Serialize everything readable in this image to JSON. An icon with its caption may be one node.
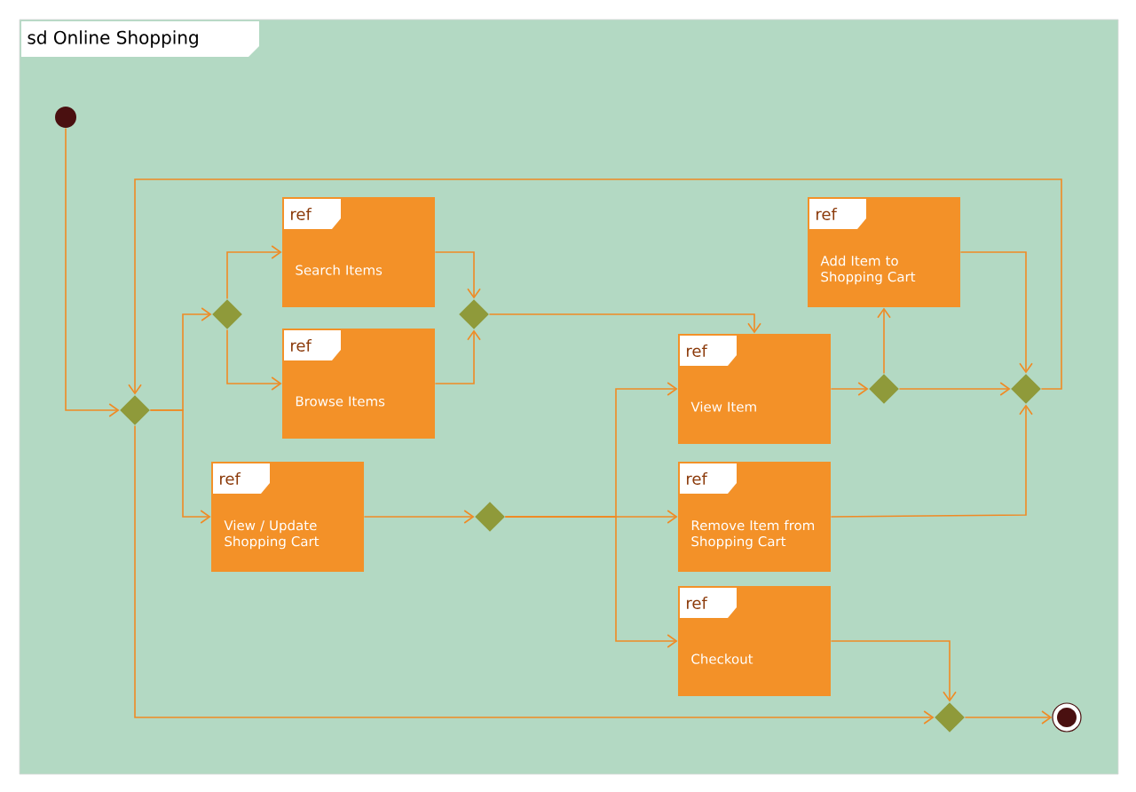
{
  "diagram": {
    "title": "sd Online Shopping",
    "nodes": [
      {
        "text": [],
        "shape": "circle"
      },
      {
        "text": [],
        "shape": "diamond"
      },
      {
        "text": [],
        "shape": "diamond"
      },
      {
        "text": [
          "ref",
          "Search Items"
        ]
      },
      {
        "text": [
          "ref",
          "Browse Items"
        ]
      },
      {
        "text": [],
        "shape": "diamond"
      },
      {
        "text": [
          "ref",
          "View / Update Shopping Cart"
        ]
      },
      {
        "text": [],
        "shape": "diamond"
      },
      {
        "text": [
          "ref",
          "View Item"
        ]
      },
      {
        "text": [],
        "shape": "diamond"
      },
      {
        "text": [
          "ref",
          "Add Item to Shopping Cart"
        ]
      },
      {
        "text": [],
        "shape": "diamond"
      },
      {
        "text": [
          "ref",
          "Remove Item from Shopping Cart"
        ]
      },
      {
        "text": [
          "ref",
          "Checkout"
        ]
      },
      {
        "text": [],
        "shape": "diamond"
      },
      {
        "text": [],
        "shape": "circle"
      }
    ],
    "edges": [
      {
        "from": 0,
        "to": 1,
        "arrow": "to"
      },
      {
        "from": 1,
        "to": 2,
        "arrow": "to"
      },
      {
        "from": 1,
        "to": 6,
        "arrow": "to"
      },
      {
        "from": 1,
        "to": 14,
        "arrow": "to"
      },
      {
        "from": 2,
        "to": 3,
        "arrow": "to"
      },
      {
        "from": 3,
        "to": 5,
        "arrow": "to"
      },
      {
        "from": 2,
        "to": 4,
        "arrow": "to"
      },
      {
        "from": 4,
        "to": 5,
        "arrow": "to"
      },
      {
        "from": 5,
        "to": 8,
        "arrow": "to"
      },
      {
        "from": 6,
        "to": 7,
        "arrow": "to"
      },
      {
        "from": 7,
        "to": 12,
        "arrow": "to"
      },
      {
        "from": 7,
        "to": 8,
        "arrow": "to"
      },
      {
        "from": 7,
        "to": 13,
        "arrow": "to"
      },
      {
        "from": 8,
        "to": 9,
        "arrow": "to"
      },
      {
        "from": 9,
        "to": 10,
        "arrow": "to"
      },
      {
        "from": 9,
        "to": 11,
        "arrow": "to"
      },
      {
        "from": 10,
        "to": 11,
        "arrow": "to"
      },
      {
        "from": 12,
        "to": 11,
        "arrow": "to"
      },
      {
        "from": 11,
        "to": 1,
        "arrow": "to"
      },
      {
        "from": 13,
        "to": 14,
        "arrow": "to"
      },
      {
        "from": 14,
        "to": 15,
        "arrow": "to"
      }
    ]
  }
}
